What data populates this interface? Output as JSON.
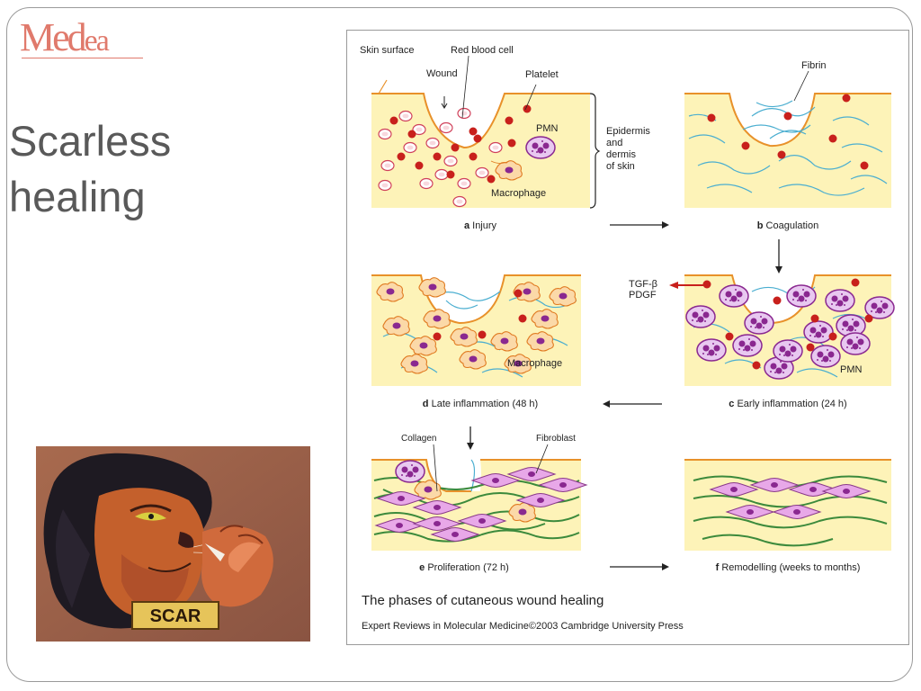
{
  "slide": {
    "logo_big": "Med",
    "logo_small": "ea",
    "title_line1": "Scarless",
    "title_line2": "healing"
  },
  "photo": {
    "sign_text": "SCAR"
  },
  "figure": {
    "labels": {
      "skin_surface": "Skin surface",
      "red_blood_cell": "Red blood cell",
      "wound": "Wound",
      "platelet": "Platelet",
      "pmn": "PMN",
      "macrophage": "Macrophage",
      "epidermis_1": "Epidermis",
      "epidermis_2": "and",
      "epidermis_3": "dermis",
      "epidermis_4": "of skin",
      "fibrin": "Fibrin",
      "tgf": "TGF-β",
      "pdgf": "PDGF",
      "collagen": "Collagen",
      "fibroblast": "Fibroblast"
    },
    "panels": [
      {
        "letter": "a",
        "caption": " Injury"
      },
      {
        "letter": "b",
        "caption": " Coagulation"
      },
      {
        "letter": "c",
        "caption": " Early inflammation (24 h)"
      },
      {
        "letter": "d",
        "caption": " Late inflammation (48 h)"
      },
      {
        "letter": "e",
        "caption": " Proliferation (72 h)"
      },
      {
        "letter": "f",
        "caption": " Remodelling (weeks to months)"
      }
    ],
    "main_caption": "The phases of cutaneous wound healing",
    "credit": "Expert Reviews in Molecular Medicine©2003 Cambridge University Press"
  },
  "colors": {
    "skin": "#fdf3b8",
    "surface": "#e8912a",
    "fibrin": "#4aaed0",
    "platelet": "#c8201c",
    "pmn": "#8a2890",
    "collagen": "#3c8a3c",
    "fibroblast": "#d890d8",
    "logo": "#e07a6c",
    "title": "#595959"
  }
}
